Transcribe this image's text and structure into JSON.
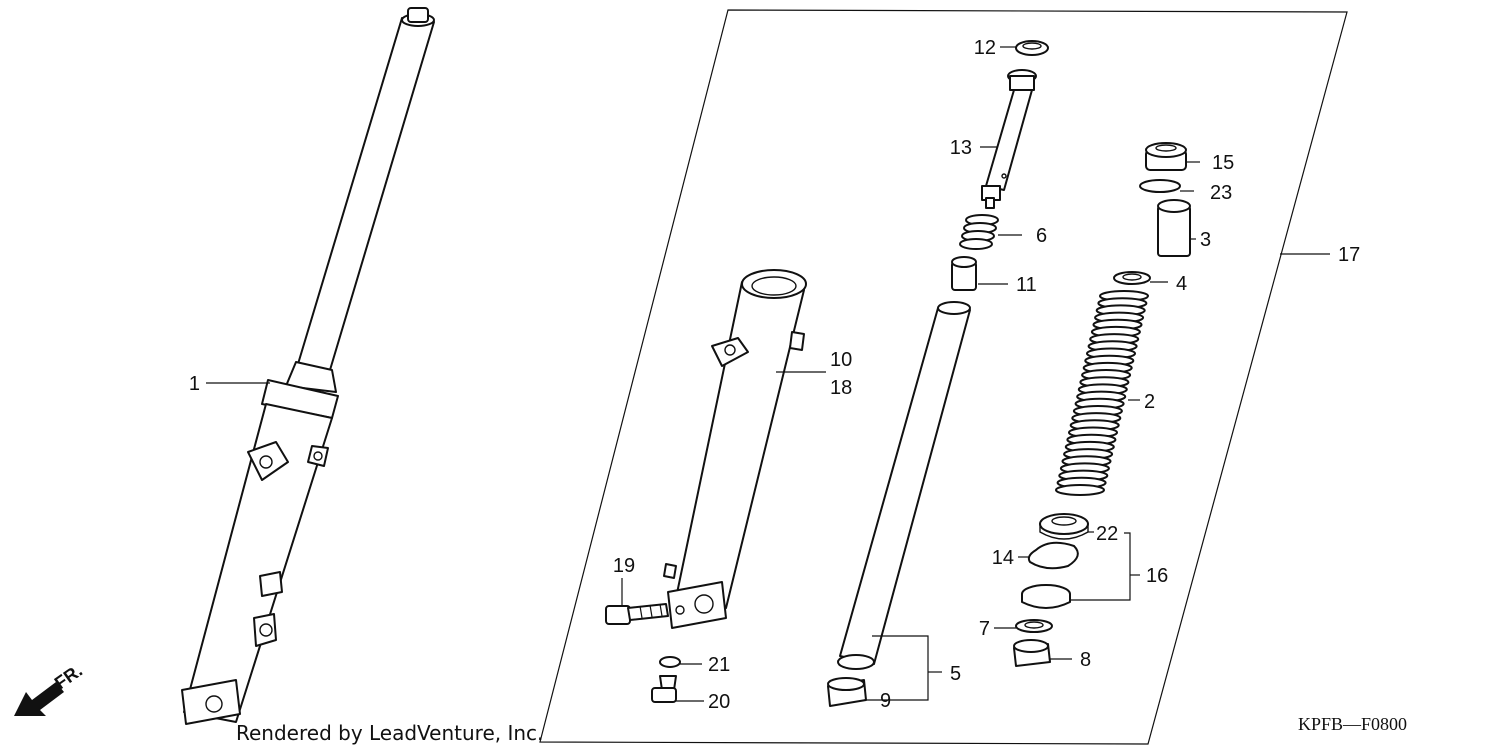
{
  "diagram": {
    "callouts": [
      {
        "id": "c1",
        "label": "1"
      },
      {
        "id": "c10",
        "label": "10"
      },
      {
        "id": "c18",
        "label": "18"
      },
      {
        "id": "c19",
        "label": "19"
      },
      {
        "id": "c21",
        "label": "21"
      },
      {
        "id": "c20",
        "label": "20"
      },
      {
        "id": "c12",
        "label": "12"
      },
      {
        "id": "c13",
        "label": "13"
      },
      {
        "id": "c6",
        "label": "6"
      },
      {
        "id": "c11",
        "label": "11"
      },
      {
        "id": "c5",
        "label": "5"
      },
      {
        "id": "c9",
        "label": "9"
      },
      {
        "id": "c15",
        "label": "15"
      },
      {
        "id": "c23",
        "label": "23"
      },
      {
        "id": "c3",
        "label": "3"
      },
      {
        "id": "c4",
        "label": "4"
      },
      {
        "id": "c2",
        "label": "2"
      },
      {
        "id": "c22",
        "label": "22"
      },
      {
        "id": "c14",
        "label": "14"
      },
      {
        "id": "c16",
        "label": "16"
      },
      {
        "id": "c7",
        "label": "7"
      },
      {
        "id": "c8",
        "label": "8"
      },
      {
        "id": "c17",
        "label": "17"
      }
    ],
    "direction_label": "FR.",
    "credit": "Rendered by LeadVenture, Inc.",
    "diagram_code": "KPFB—F0800"
  }
}
